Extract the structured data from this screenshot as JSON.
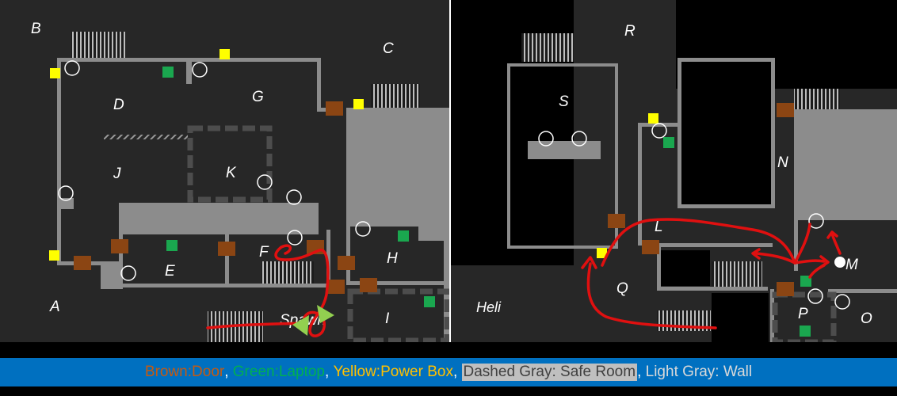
{
  "rooms_left": [
    "A",
    "B",
    "C",
    "D",
    "E",
    "F",
    "G",
    "H",
    "I",
    "J",
    "K"
  ],
  "rooms_right": [
    "L",
    "M",
    "N",
    "O",
    "P",
    "Q",
    "R",
    "S"
  ],
  "spawn_label": "Spawn",
  "heli_label": "Heli",
  "legend": {
    "door": {
      "key": "Brown",
      "value": "Door",
      "color": "#c55a11"
    },
    "laptop": {
      "key": "Green",
      "value": "Laptop",
      "color": "#00b050"
    },
    "powerbox": {
      "key": "Yellow",
      "value": "Power Box",
      "color": "#ffc000"
    },
    "safe": {
      "key": "Dashed Gray",
      "value": "Safe Room",
      "color": "#404040"
    },
    "wall": {
      "key": "Light Gray",
      "value": "Wall",
      "color": "#d9d9d9"
    }
  },
  "colors": {
    "floor": "#272727",
    "wall": "#8c8c8c",
    "door": "#8b4513",
    "laptop": "#1aa74f",
    "powerbox": "#ffff00",
    "route": "#e01010",
    "marker": "#92d050",
    "legend_bg": "#0070c0"
  }
}
